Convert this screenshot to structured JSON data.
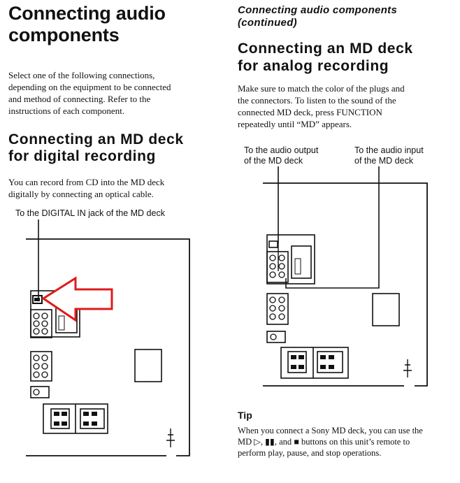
{
  "left_column": {
    "title_lines": [
      "Connecting audio",
      "components"
    ],
    "intro_lines": [
      "Select one of the following connections,",
      "depending on the equipment to be connected",
      "and method of connecting. Refer to the",
      "instructions of each component."
    ],
    "digital_heading_lines": [
      "Connecting an MD deck",
      "for digital recording"
    ],
    "digital_lines": [
      "You can record from CD into the MD deck",
      "digitally by connecting an optical cable."
    ],
    "digital_callout": "To the DIGITAL IN jack of the MD deck"
  },
  "right_column": {
    "continued_lines": [
      "Connecting audio components",
      "(continued)"
    ],
    "analog_heading_lines": [
      "Connecting an MD deck",
      "for analog recording"
    ],
    "analog_lines": [
      "Make sure to match the color of the plugs and",
      "the connectors. To listen to the sound of the",
      "connected MD deck, press FUNCTION",
      "repeatedly until “MD” appears."
    ],
    "callout_output_lines": [
      "To the audio output",
      "of the MD deck"
    ],
    "callout_input_lines": [
      "To the audio input",
      "of the MD deck"
    ],
    "tip": {
      "heading": "Tip",
      "lines": [
        "When you connect a Sony MD deck, you can use the",
        "MD ▷, ▮▮, and ■ buttons on this unit’s remote to",
        "perform play, pause, and stop operations."
      ]
    }
  },
  "colors": {
    "arrow": "#e01b1b",
    "text": "#111111"
  }
}
